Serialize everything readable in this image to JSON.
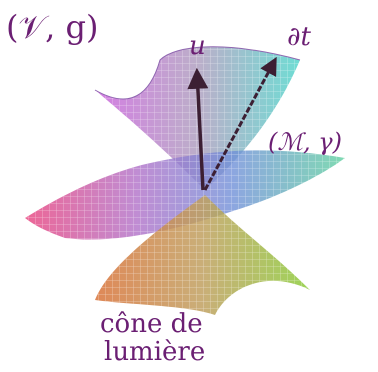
{
  "labels": {
    "manifold_V": "(𝒱, g)",
    "vector_u": "u",
    "vector_dt": "∂t",
    "submanifold_M": "(ℳ, γ)",
    "caption_line1": "cône de",
    "caption_line2": "lumière"
  },
  "colors": {
    "label": "#6b1f73",
    "arrow": "#3c1f33",
    "cone_top_left": "#cc66dd",
    "cone_top_right": "#55d6cc",
    "cone_bottom_left": "#d9733a",
    "cone_bottom_right": "#8ccc3a",
    "plane_left": "#e8407c",
    "plane_mid": "#a070d8",
    "plane_right": "#60d0a0"
  }
}
